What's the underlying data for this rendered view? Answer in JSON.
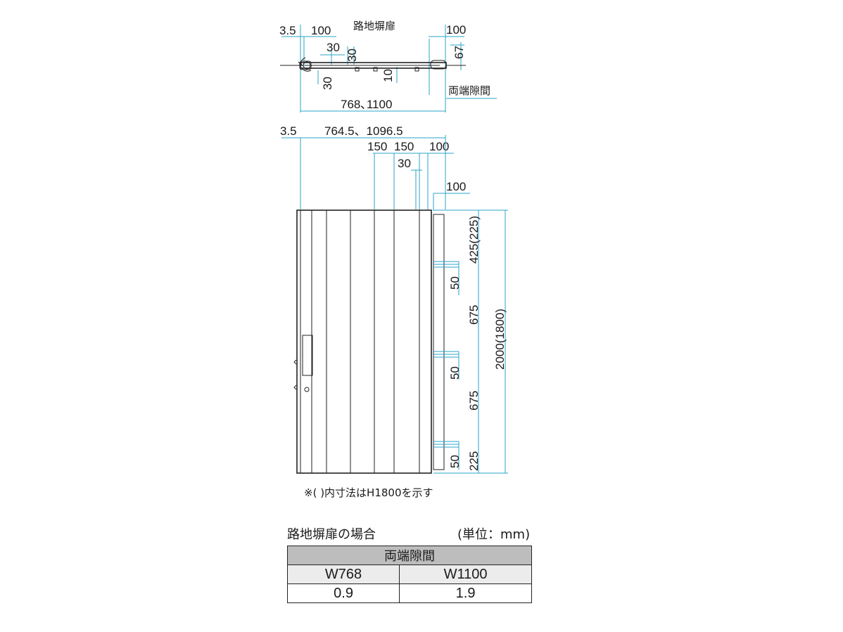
{
  "top_view": {
    "title": "路地塀扉",
    "dims": {
      "left_3_5": "3.5",
      "left_100": "100",
      "right_100": "100",
      "d30_a": "30",
      "d30_b": "30",
      "d67": "67",
      "d30_c": "30",
      "d10": "10",
      "gap_label": "両端隙間",
      "width": "768､1100"
    }
  },
  "front_view": {
    "dims": {
      "left_3_5": "3.5",
      "width": "764.5、1096.5",
      "d150a": "150",
      "d150b": "150",
      "d100a": "100",
      "d30": "30",
      "d100b": "100",
      "v425": "425(225)",
      "v50a": "50",
      "v675a": "675",
      "v50b": "50",
      "v675b": "675",
      "v50c": "50",
      "v225": "225",
      "height": "2000(1800)"
    },
    "note": "※( )内寸法はH1800を示す"
  },
  "table": {
    "caption": "路地塀扉の場合",
    "unit": "(単位：mm)",
    "header": "両端隙間",
    "columns": [
      "W768",
      "W1100"
    ],
    "values": [
      "0.9",
      "1.9"
    ]
  }
}
